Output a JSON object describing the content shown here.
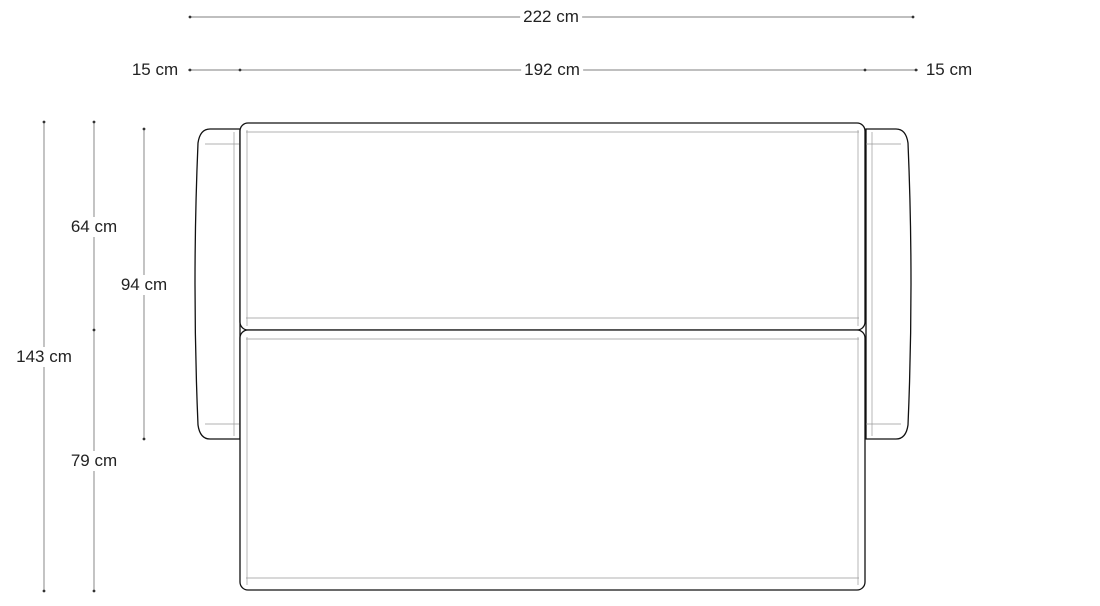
{
  "dimensions": {
    "total_width": "222 cm",
    "left_arm_width": "15 cm",
    "seat_width": "192 cm",
    "right_arm_width": "15 cm",
    "total_depth_extended": "143 cm",
    "back_depth": "64 cm",
    "footrest_depth": "79 cm",
    "sofa_depth": "94 cm"
  },
  "colors": {
    "outline": "#111111",
    "inner_line": "#999999",
    "dimension_line": "#555555"
  }
}
